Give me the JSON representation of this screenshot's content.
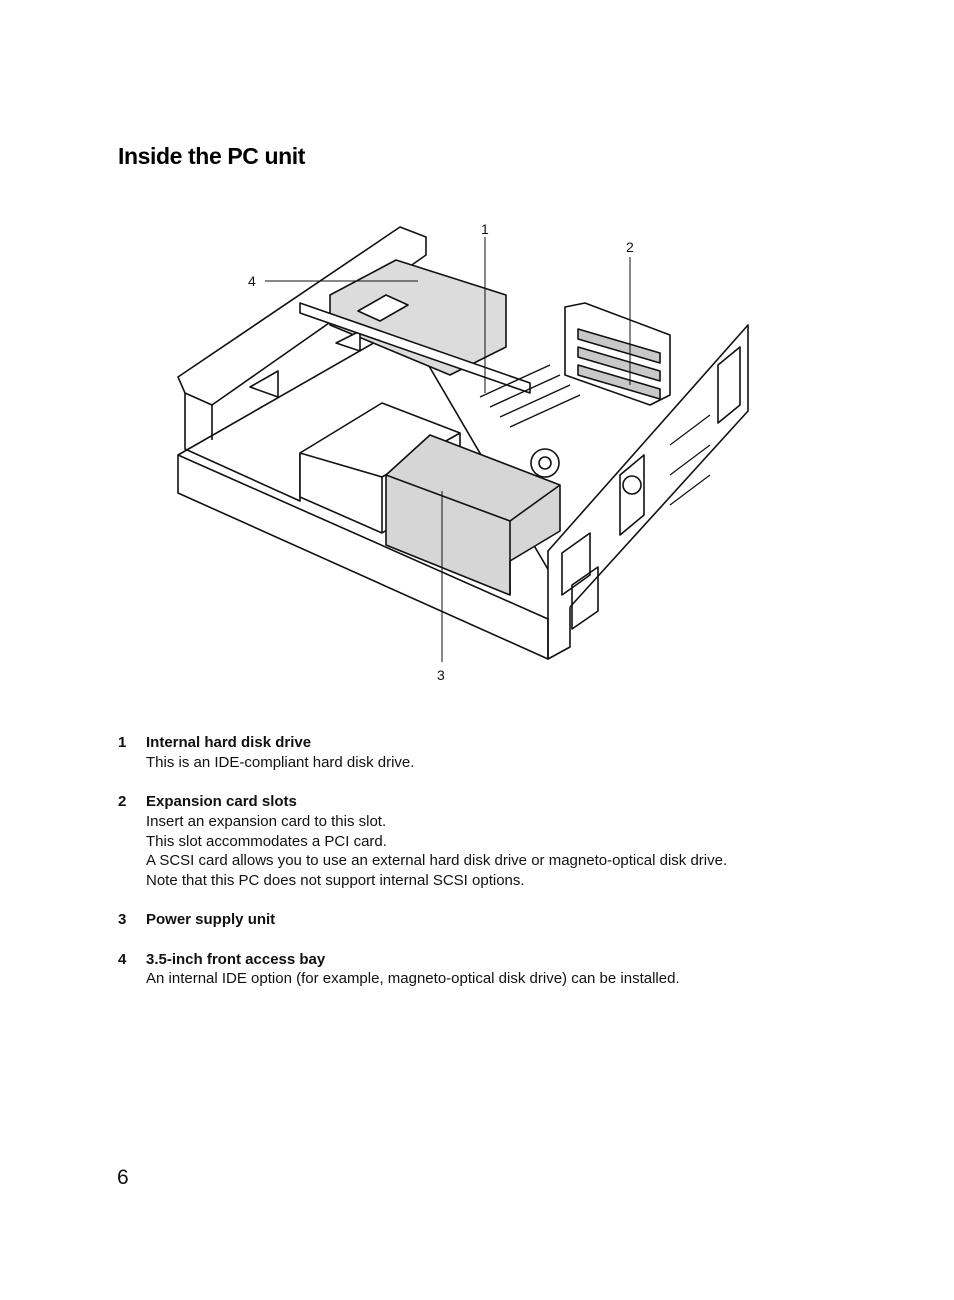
{
  "page": {
    "title": "Inside the PC unit",
    "page_number": "6"
  },
  "figure": {
    "callouts": [
      "1",
      "2",
      "3",
      "4"
    ]
  },
  "legend": [
    {
      "number": "1",
      "title": "Internal hard disk drive",
      "lines": [
        "This is an IDE-compliant hard disk drive."
      ]
    },
    {
      "number": "2",
      "title": "Expansion card slots",
      "lines": [
        "Insert an expansion card to this slot.",
        "This slot accommodates a PCI card.",
        "A SCSI card allows you to use an external hard disk drive or magneto-optical disk drive.",
        "Note that this PC does not support internal SCSI options."
      ]
    },
    {
      "number": "3",
      "title": "Power supply unit",
      "lines": []
    },
    {
      "number": "4",
      "title": "3.5-inch front access bay",
      "lines": [
        "An internal IDE option (for example, magneto-optical disk drive) can be installed."
      ]
    }
  ]
}
